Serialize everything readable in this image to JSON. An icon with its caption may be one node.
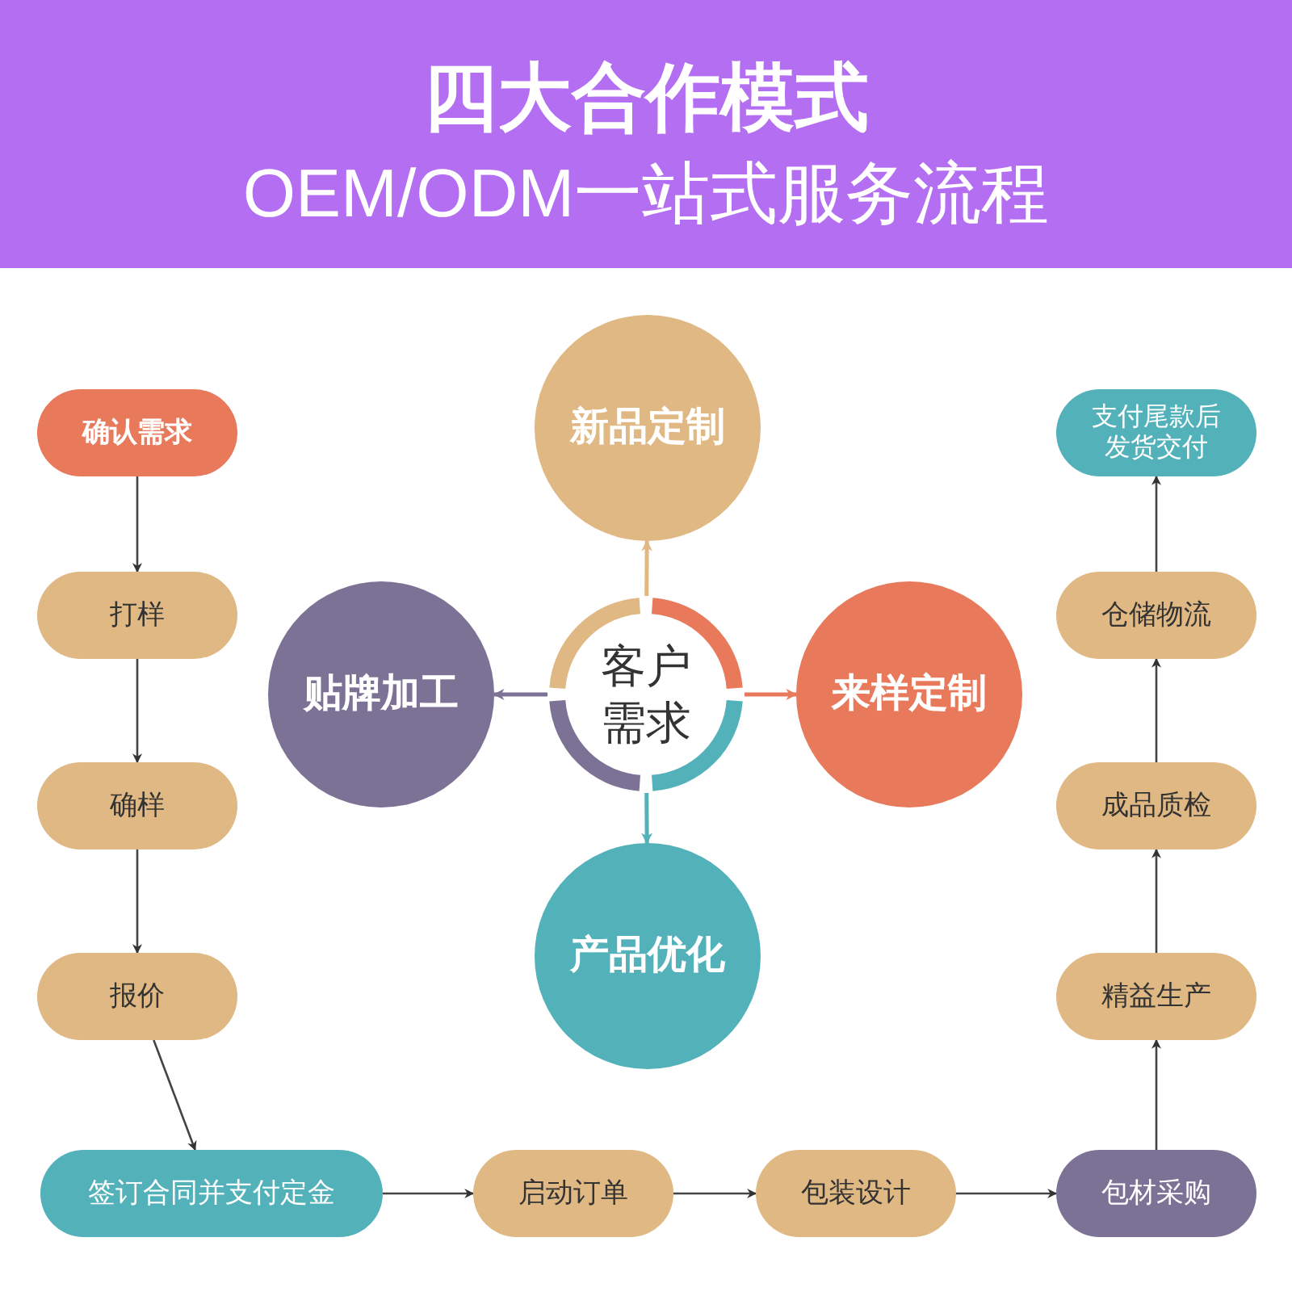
{
  "diagram": {
    "title": "四大合作模式",
    "nodes": [
      {
        "text": [
          "客户需求"
        ]
      },
      {
        "text": [
          "新品定制"
        ]
      },
      {
        "text": [
          "来样定制"
        ]
      },
      {
        "text": [
          "产品优化"
        ]
      },
      {
        "text": [
          "贴牌加工"
        ]
      },
      {
        "text": [
          "确认需求"
        ]
      },
      {
        "text": [
          "打样"
        ]
      },
      {
        "text": [
          "确样"
        ]
      },
      {
        "text": [
          "报价"
        ]
      },
      {
        "text": [
          "签订合同并支付定金"
        ]
      },
      {
        "text": [
          "启动订单"
        ]
      },
      {
        "text": [
          "包装设计"
        ]
      },
      {
        "text": [
          "包材采购"
        ]
      },
      {
        "text": [
          "精益生产"
        ]
      },
      {
        "text": [
          "成品质检"
        ]
      },
      {
        "text": [
          "仓储物流"
        ]
      },
      {
        "text": [
          "支付尾款后发货交付"
        ]
      }
    ],
    "edges": [
      {
        "from": 0,
        "to": 1,
        "arrow": "to",
        "color": "#e0b883"
      },
      {
        "from": 0,
        "to": 2,
        "arrow": "to",
        "color": "#e8795b"
      },
      {
        "from": 0,
        "to": 3,
        "arrow": "to",
        "color": "#52b1b9"
      },
      {
        "from": 0,
        "to": 4,
        "arrow": "to",
        "color": "#7c7295"
      },
      {
        "from": 5,
        "to": 6,
        "arrow": "to"
      },
      {
        "from": 6,
        "to": 7,
        "arrow": "to"
      },
      {
        "from": 7,
        "to": 8,
        "arrow": "to"
      },
      {
        "from": 8,
        "to": 9,
        "arrow": "to"
      },
      {
        "from": 9,
        "to": 10,
        "arrow": "to"
      },
      {
        "from": 10,
        "to": 11,
        "arrow": "to"
      },
      {
        "from": 11,
        "to": 12,
        "arrow": "to"
      },
      {
        "from": 12,
        "to": 13,
        "arrow": "to"
      },
      {
        "from": 13,
        "to": 14,
        "arrow": "to"
      },
      {
        "from": 14,
        "to": 15,
        "arrow": "to"
      },
      {
        "from": 15,
        "to": 16,
        "arrow": "to"
      }
    ],
    "labels": [
      "OEM/ODM一站式服务流程"
    ]
  }
}
